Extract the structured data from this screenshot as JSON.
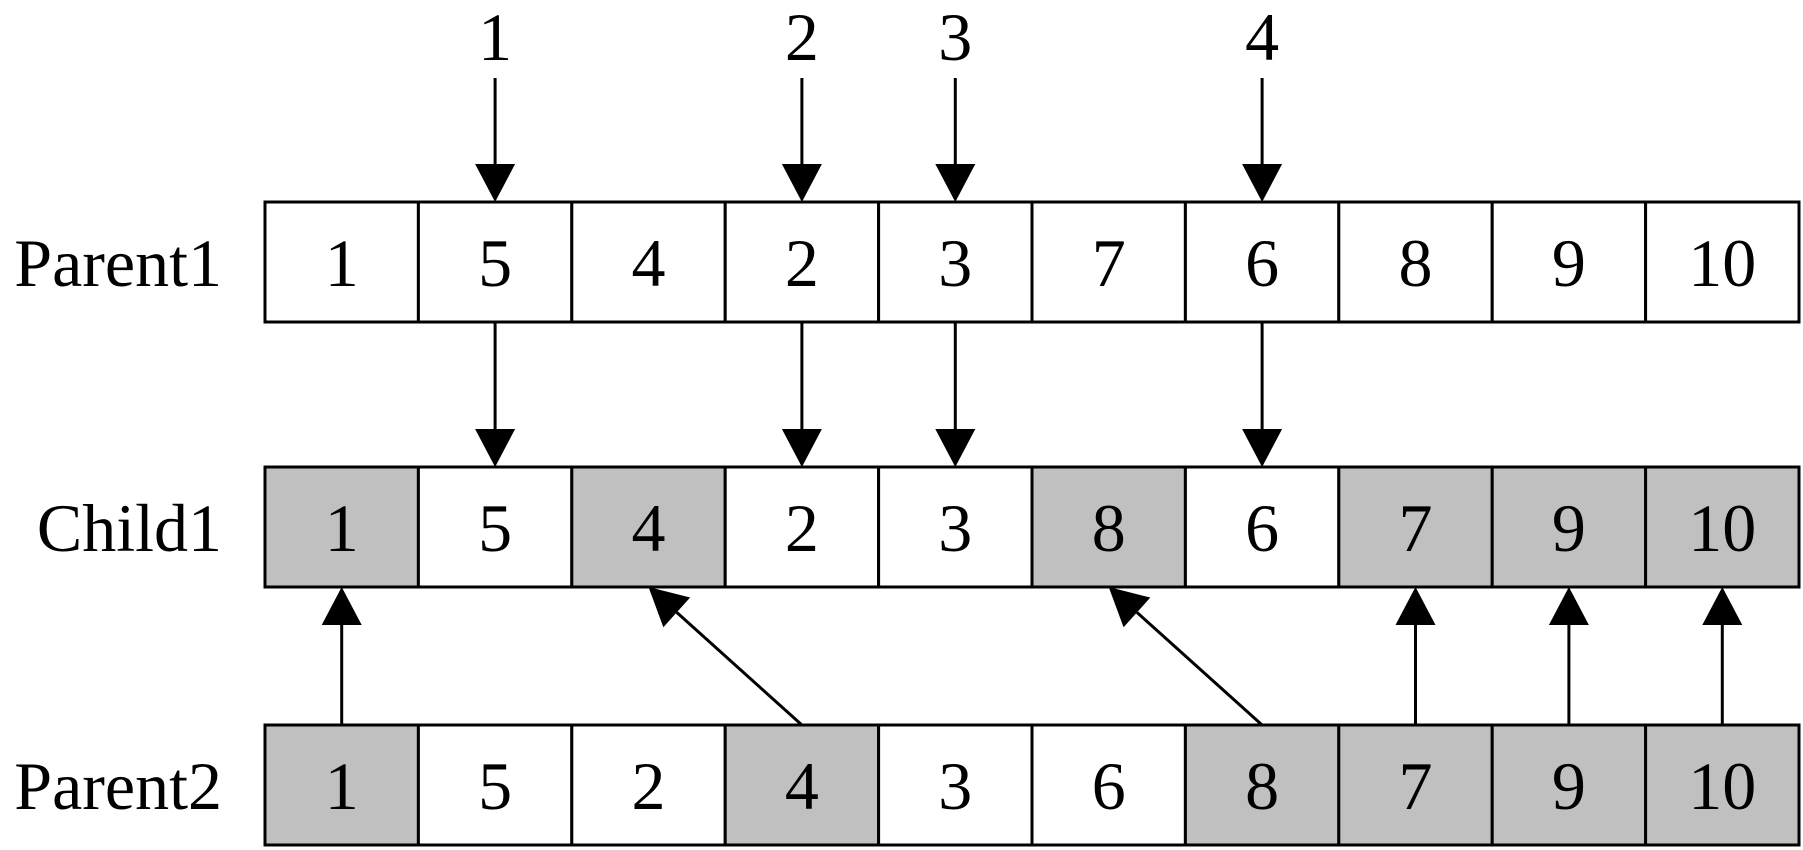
{
  "rows": [
    {
      "label": "Parent1",
      "cells": [
        "1",
        "5",
        "4",
        "2",
        "3",
        "7",
        "6",
        "8",
        "9",
        "10"
      ],
      "shaded": [
        false,
        false,
        false,
        false,
        false,
        false,
        false,
        false,
        false,
        false
      ]
    },
    {
      "label": "Child1",
      "cells": [
        "1",
        "5",
        "4",
        "2",
        "3",
        "8",
        "6",
        "7",
        "9",
        "10"
      ],
      "shaded": [
        true,
        false,
        true,
        false,
        false,
        true,
        false,
        true,
        true,
        true
      ]
    },
    {
      "label": "Parent2",
      "cells": [
        "1",
        "5",
        "2",
        "4",
        "3",
        "6",
        "8",
        "7",
        "9",
        "10"
      ],
      "shaded": [
        true,
        false,
        false,
        true,
        false,
        false,
        true,
        true,
        true,
        true
      ]
    }
  ],
  "markers": [
    {
      "label": "1",
      "column": 1
    },
    {
      "label": "2",
      "column": 3
    },
    {
      "label": "3",
      "column": 4
    },
    {
      "label": "4",
      "column": 6
    }
  ],
  "parent1_to_child1": [
    {
      "from_column": 1,
      "to_column": 1
    },
    {
      "from_column": 3,
      "to_column": 3
    },
    {
      "from_column": 4,
      "to_column": 4
    },
    {
      "from_column": 6,
      "to_column": 6
    }
  ],
  "parent2_to_child1": [
    {
      "from_column": 0,
      "to_column": 0
    },
    {
      "from_column": 3,
      "to_column": 2
    },
    {
      "from_column": 6,
      "to_column": 5
    },
    {
      "from_column": 7,
      "to_column": 7
    },
    {
      "from_column": 8,
      "to_column": 8
    },
    {
      "from_column": 9,
      "to_column": 9
    }
  ],
  "colors": {
    "shaded_cell": "#c0c0c0",
    "plain_cell": "#ffffff",
    "stroke": "#000000"
  }
}
